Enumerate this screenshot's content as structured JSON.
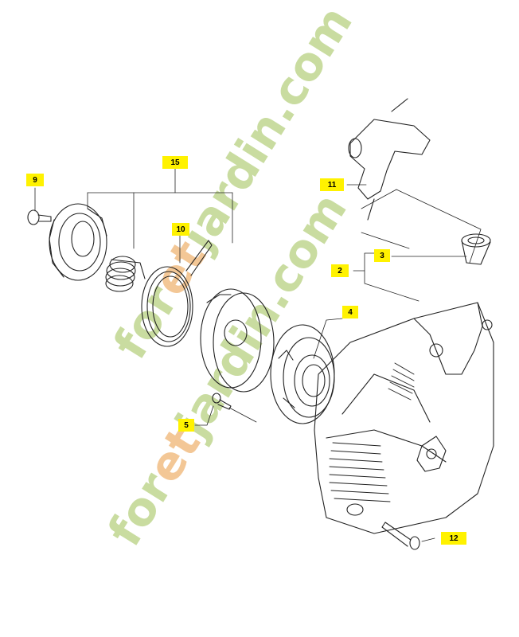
{
  "callouts": {
    "c9": "9",
    "c15": "15",
    "c10": "10",
    "c11": "11",
    "c3": "3",
    "c2": "2",
    "c4": "4",
    "c5": "5",
    "c12": "12"
  },
  "watermark": {
    "text_upper": "foretjardin.com",
    "text_lower": "foretjardin.com",
    "text_upper_accent": "et",
    "text_upper_rest": "jardin.com",
    "text_upper_f": "for",
    "text_lower_f": "for",
    "text_lower_accent": "et",
    "text_lower_rest": "jardin.com",
    "color_green": "#c9dca0",
    "color_orange": "#f3c796"
  },
  "colors": {
    "callout_bg": "#fff200",
    "line": "#222222"
  }
}
